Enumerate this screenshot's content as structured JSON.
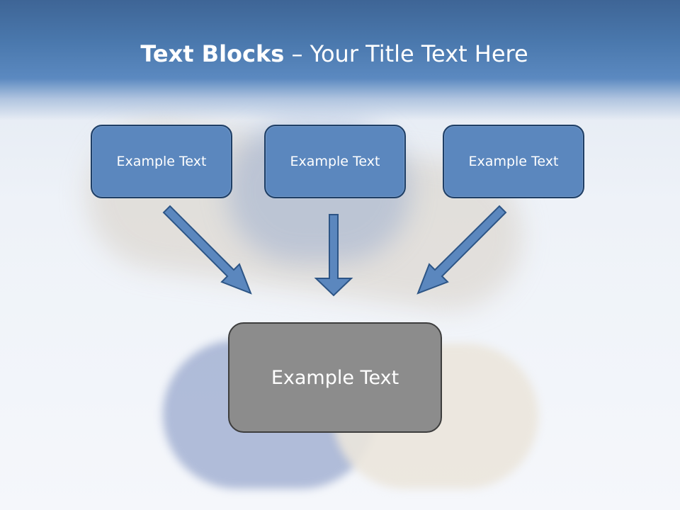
{
  "slide": {
    "title_bold": "Text Blocks",
    "title_dash": " – ",
    "title_rest": "Your Title Text Here"
  },
  "boxes": {
    "left": "Example Text",
    "middle": "Example Text",
    "right": "Example Text",
    "center": "Example Text"
  },
  "colors": {
    "header": "#4a78ad",
    "box_fill": "#5b87be",
    "box_border": "#1f3f66",
    "center_fill": "#8c8c8c",
    "arrow_fill": "#5b87be"
  }
}
